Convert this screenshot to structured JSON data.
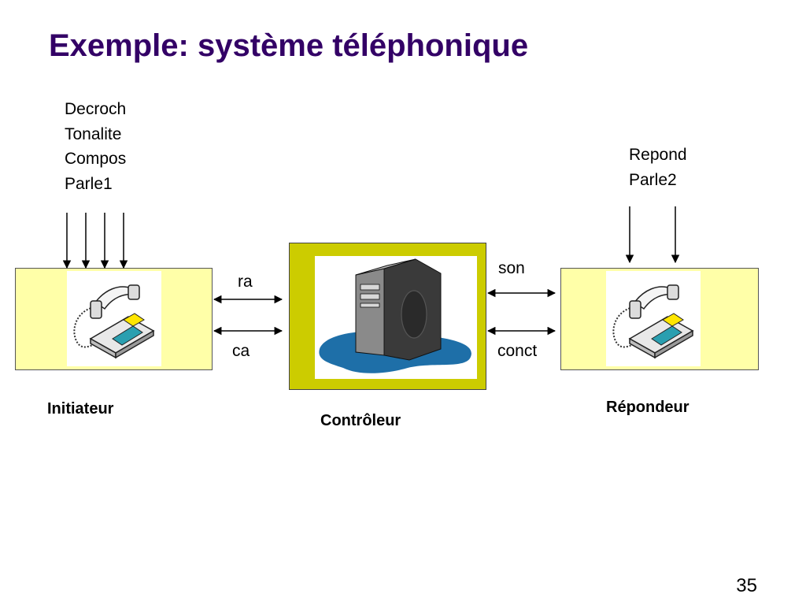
{
  "title": "Exemple: système téléphonique",
  "initiator": {
    "inputs": [
      "Decroch",
      "Tonalite",
      "Compos",
      "Parle1"
    ],
    "caption": "Initiateur",
    "icon": "telephone-icon"
  },
  "controller": {
    "caption": "Contrôleur",
    "icon": "server-tower-icon"
  },
  "responder": {
    "inputs": [
      "Repond",
      "Parle2"
    ],
    "caption": "Répondeur",
    "icon": "telephone-icon"
  },
  "links": {
    "left_top": "ra",
    "left_bottom": "ca",
    "right_top": "son",
    "right_bottom": "conct"
  },
  "colors": {
    "title": "#330066",
    "node_fill": "#ffffa8",
    "controller_fill": "#cccc00"
  },
  "page_number": "35"
}
